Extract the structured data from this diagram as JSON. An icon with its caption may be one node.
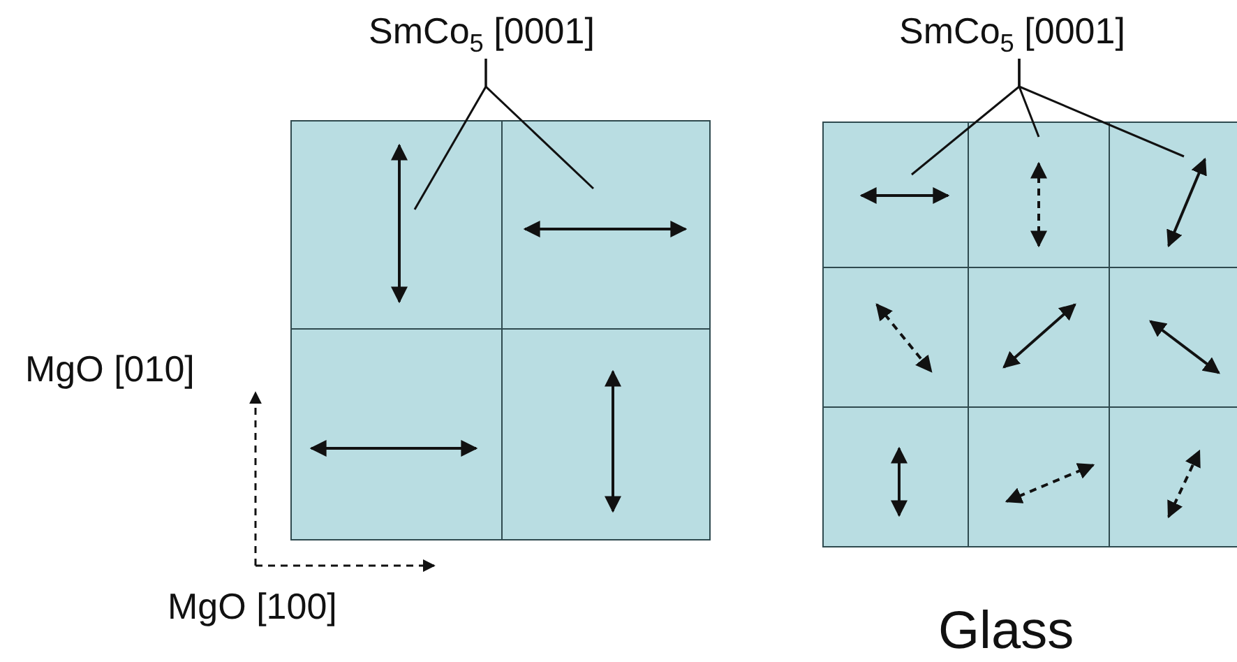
{
  "diagram": {
    "nodes": [
      {
        "text": [
          "SmCo$_{5}$ [0001]"
        ]
      },
      {
        "text": [
          "SmCo$_{5}$ [0001]"
        ]
      },
      {
        "text": [],
        "shape": "box"
      },
      {
        "text": [],
        "shape": "box"
      },
      {
        "text": [],
        "shape": "box"
      },
      {
        "text": [],
        "shape": "box"
      },
      {
        "text": [],
        "shape": "box"
      },
      {
        "text": [],
        "shape": "box"
      },
      {
        "text": [],
        "shape": "box"
      },
      {
        "text": [],
        "shape": "box"
      },
      {
        "text": [],
        "shape": "box"
      },
      {
        "text": [],
        "shape": "box"
      },
      {
        "text": [],
        "shape": "box"
      },
      {
        "text": [],
        "shape": "box"
      },
      {
        "text": [],
        "shape": "box"
      }
    ],
    "edges": [
      {
        "from": 0,
        "to": 2,
        "arrow": "none"
      },
      {
        "from": 0,
        "to": 3,
        "arrow": "none"
      },
      {
        "from": 1,
        "to": 6,
        "arrow": "none"
      },
      {
        "from": 1,
        "to": 7,
        "arrow": "none"
      },
      {
        "from": 1,
        "to": 8,
        "arrow": "none"
      }
    ],
    "labels": [
      "MgO [010]",
      "MgO [100]",
      "Glass"
    ]
  }
}
